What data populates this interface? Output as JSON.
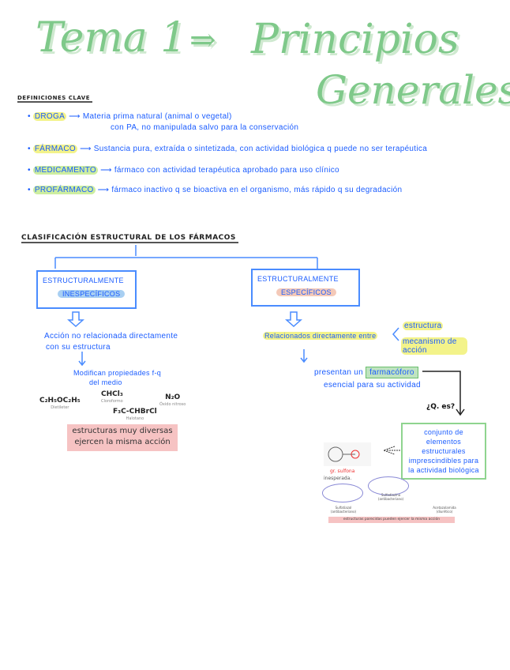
{
  "header": {
    "title_left": "Tema 1",
    "arrow": "⇒",
    "title_right_1": "Principios",
    "title_right_2": "Generales"
  },
  "definitions": {
    "heading": "DEFINICIONES CLAVE",
    "items": [
      {
        "term": "DROGA",
        "text": "Materia prima natural (animal o vegetal)",
        "text2": "con PA, no manipulada salvo para la conservación"
      },
      {
        "term": "FÁRMACO",
        "text": "Sustancia pura, extraída o sintetizada, con actividad biológica q puede no ser terapéutica"
      },
      {
        "term": "MEDICAMENTO",
        "text": "fármaco con actividad terapéutica aprobado para uso clínico"
      },
      {
        "term": "PROFÁRMACO",
        "text": "fármaco inactivo q se bioactiva en el organismo, más rápido q su degradación"
      }
    ]
  },
  "classification": {
    "heading": "CLASIFICACIÓN ESTRUCTURAL DE LOS FÁRMACOS",
    "left": {
      "box_line1": "ESTRUCTURALMENTE",
      "box_line2": "INESPECÍFICOS",
      "desc1": "Acción no relacionada directamente",
      "desc2": "con su estructura",
      "sub1": "Modifican propiedades f-q",
      "sub2": "del medio",
      "chemicals": [
        {
          "formula": "C₂H₅OC₂H₅",
          "name": "Dietileter"
        },
        {
          "formula": "CHCl₃",
          "name": "Cloroformo"
        },
        {
          "formula": "N₂O",
          "name": "Óxido nitroso"
        },
        {
          "formula": "F₃C-CHBrCl",
          "name": "Halotano"
        }
      ],
      "note": "estructuras muy diversas ejercen la misma acción"
    },
    "right": {
      "box_line1": "ESTRUCTURALMENTE",
      "box_line2": "ESPECÍFICOS",
      "desc": "Relacionados directamente entre",
      "branch1": "estructura",
      "branch2": "mecanismo de acción",
      "pharm1": "presentan un",
      "pharm_term": "farmacóforo",
      "pharm2": "esencial para su actividad",
      "question": "¿Q. es?",
      "definition": "conjunto de elementos estructurales imprescindibles para la actividad biológica",
      "figure": {
        "label_red": "gr. sulfona",
        "caption_top": "inesperada.",
        "mol1": "Sulfatiazol (antibacteriano)",
        "mol2": "Sulfadiazina (antibacteriano)",
        "mol3": "Acetazolamida (diurético)",
        "note": "estructuras parecidas pueden ejercer la misma acción"
      }
    }
  }
}
